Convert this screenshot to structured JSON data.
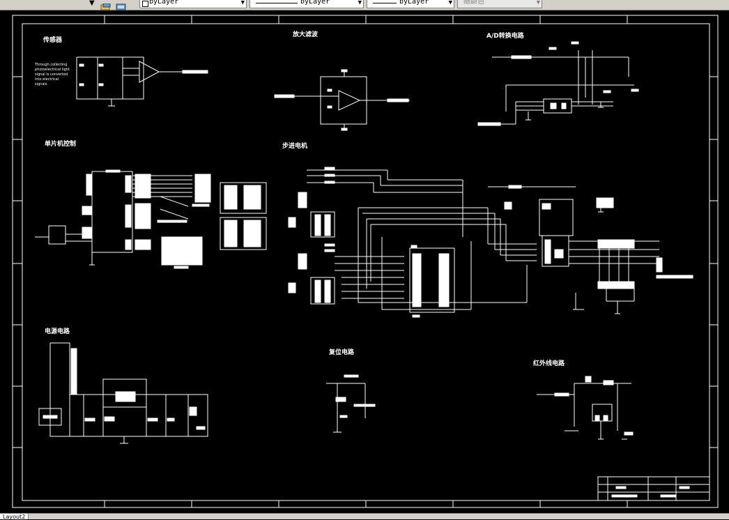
{
  "toolbar": {
    "layer_color_1": "byLayer",
    "linetype": "byLayer",
    "lineweight": "byLayer",
    "plot_style": "随颜色"
  },
  "drawing": {
    "sections": {
      "sensor": "传感器",
      "amplify_filter": "放大滤波",
      "ad_convert": "A/D转换电路",
      "mcu": "单片机控制",
      "stepper": "步进电机",
      "power": "电源电路",
      "reset": "复位电路",
      "infrared": "红外线电路"
    },
    "sensor_note": [
      "Through collecting",
      "photoelectrical light",
      "signal is converted",
      "into electrical",
      "signals."
    ]
  },
  "tabs": {
    "layout": "Layout2"
  },
  "colors": {
    "background": "#000000",
    "lines": "#ffffff",
    "chrome": "#d4d0c8"
  }
}
